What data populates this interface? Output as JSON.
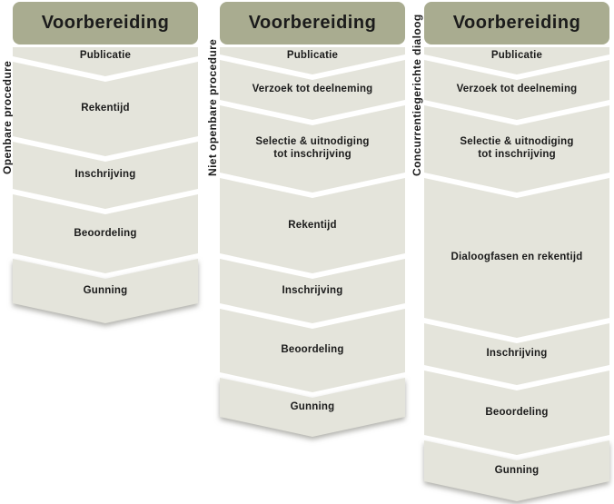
{
  "diagram": {
    "type": "chevron-process-flow",
    "colors": {
      "header_bg": "#a9ac90",
      "step_bg": "#e4e4db",
      "text": "#1b1b1b",
      "background": "#ffffff"
    },
    "columns": [
      {
        "procedure": "Openbare procedure",
        "header": "Voorbereiding",
        "steps": [
          {
            "label": "Publicatie",
            "height": 32
          },
          {
            "label": "Rekentijd",
            "height": 104
          },
          {
            "label": "Inschrijving",
            "height": 74
          },
          {
            "label": "Beoordeling",
            "height": 87
          },
          {
            "label": "Gunning",
            "height": 71
          }
        ]
      },
      {
        "procedure": "Niet openbare procedure",
        "header": "Voorbereiding",
        "steps": [
          {
            "label": "Publicatie",
            "height": 30
          },
          {
            "label": "Verzoek tot deelneming",
            "height": 66
          },
          {
            "label": "Selectie & uitnodiging\ntot inschrijving",
            "height": 96
          },
          {
            "label": "Rekentijd",
            "height": 105
          },
          {
            "label": "Inschrijving",
            "height": 71
          },
          {
            "label": "Beoordeling",
            "height": 92
          },
          {
            "label": "Gunning",
            "height": 65
          }
        ]
      },
      {
        "procedure": "Concurrentiegerichte dialoog",
        "header": "Voorbereiding",
        "steps": [
          {
            "label": "Publicatie",
            "height": 30
          },
          {
            "label": "Verzoek tot deelneming",
            "height": 66
          },
          {
            "label": "Selectie & uitnodiging\ntot inschrijving",
            "height": 96
          },
          {
            "label": "Dialoogfasen en rekentijd",
            "height": 176
          },
          {
            "label": "Inschrijving",
            "height": 68
          },
          {
            "label": "Beoordeling",
            "height": 93
          },
          {
            "label": "Gunning",
            "height": 67
          }
        ]
      }
    ]
  }
}
